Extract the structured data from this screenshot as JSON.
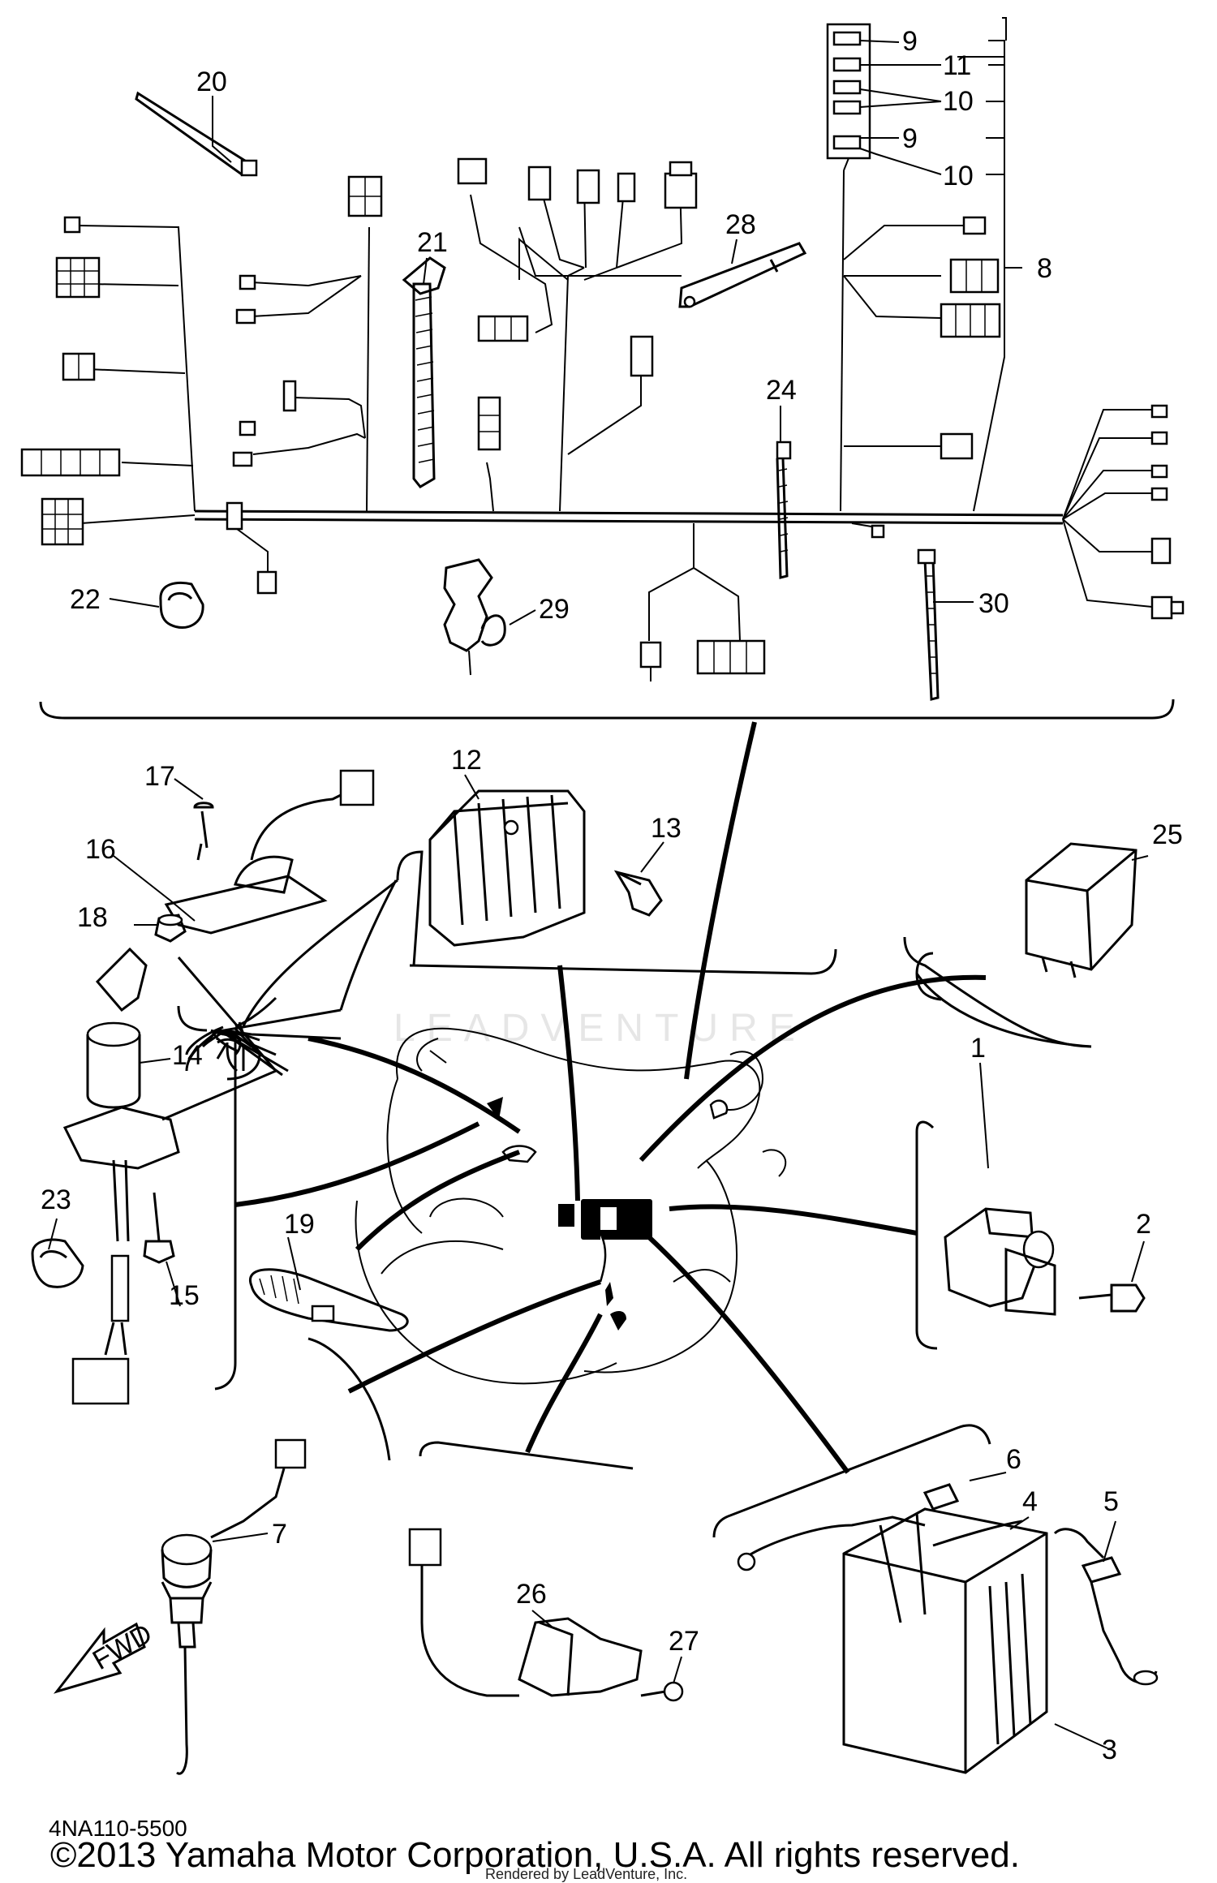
{
  "diagram": {
    "callouts": [
      "1",
      "2",
      "3",
      "4",
      "5",
      "6",
      "7",
      "8",
      "9",
      "9",
      "10",
      "10",
      "11",
      "12",
      "13",
      "14",
      "15",
      "16",
      "17",
      "18",
      "19",
      "20",
      "21",
      "22",
      "23",
      "24",
      "25",
      "26",
      "27",
      "28",
      "29",
      "30"
    ],
    "fwd_label": "FWD",
    "watermark": "LEADVENTURE"
  },
  "footer": {
    "reference_code": "4NA110-5500",
    "copyright": "©2013 Yamaha Motor Corporation, U.S.A. All rights reserved.",
    "rendered_by": "Rendered by LeadVenture, Inc."
  }
}
